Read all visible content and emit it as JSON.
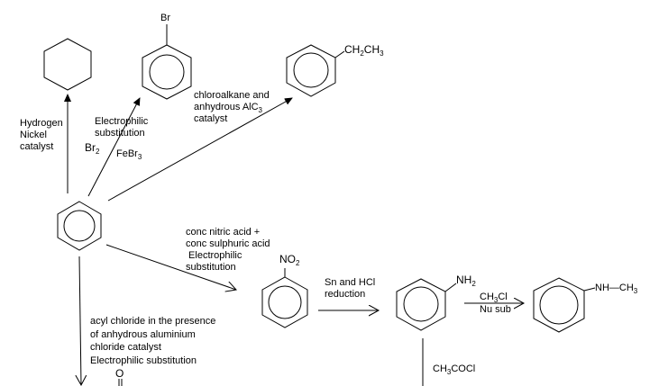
{
  "diagram": {
    "title": "Reactions of benzene",
    "start_molecule": "benzene",
    "products": {
      "cyclohexane": {
        "name": "cyclohexane"
      },
      "bromobenzene": {
        "substituent": "Br"
      },
      "ethylbenzene": {
        "substituent_main": "CH",
        "sub1": "2",
        "substituent_mid": "CH",
        "sub2": "3"
      },
      "nitrobenzene": {
        "substituent_main": "NO",
        "sub1": "2"
      },
      "aniline": {
        "substituent_main": "NH",
        "sub1": "2"
      },
      "n_methylaniline": {
        "part1": "NH",
        "dash": "—",
        "part2": "CH",
        "sub1": "3"
      }
    },
    "conditions": {
      "hydrogenation": [
        "Hydrogen",
        "Nickel",
        "catalyst"
      ],
      "bromination": {
        "lines": [
          "Electrophilic",
          "substitution"
        ],
        "reagent1_main": "Br",
        "reagent1_sub": "2",
        "reagent2_main": "FeBr",
        "reagent2_sub": "3"
      },
      "alkylation": {
        "line1": "chloroalkane and",
        "line2_main": "anhydrous AlC",
        "line2_sub": "3",
        "line3": "catalyst"
      },
      "nitration": [
        "conc nitric acid +",
        "conc sulphuric acid",
        " Electrophilic",
        "substitution"
      ],
      "reduction": [
        "Sn and HCl",
        "reduction"
      ],
      "methylation": {
        "top_main": "CH",
        "top_sub": "3",
        "top_tail": "Cl",
        "bottom": "Nu sub"
      },
      "acylation": [
        "acyl chloride in the presence",
        "of anhydrous aluminium",
        "chloride catalyst",
        "Electrophilic substitution"
      ],
      "acetylation": {
        "main": "CH",
        "sub": "3",
        "tail": "COCl"
      },
      "carbonyl_oxygen": "O"
    }
  }
}
